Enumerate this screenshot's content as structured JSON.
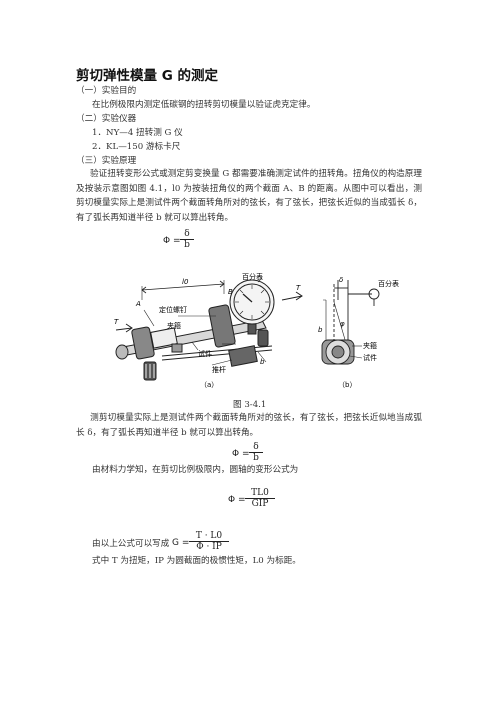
{
  "title": "剪切弹性模量 G 的测定",
  "s1_head": "（一）实验目的",
  "s1_body": "在比例极限内测定低碳钢的扭转剪切模量以验证虎克定律。",
  "s2_head": "（二）实验仪器",
  "s2_item1": "1．NY—4 扭转测 G 仪",
  "s2_item2": "2．KL—150 游标卡尺",
  "s3_head": "（三）实验原理",
  "p1": "验证扭转变形公式或测定剪变换量 G 都需要准确测定试件的扭转角。扭角仪的构造原理及按装示意图如图 4.1，l0 为按装扭角仪的两个截面 A、B 的距离。从图中可以看出，测剪切模量实际上是测试件两个截面转角所对的弦长，有了弦长，把弦长近似的当成弧长 δ，有了弧长再知道半径 b 就可以算出转角。",
  "f1": {
    "lhs": "Φ =",
    "num": "δ",
    "den": "b"
  },
  "fig_labels": {
    "percent_gauge": "百分表",
    "locating_screw": "定位螺钉",
    "clamp": "夹箍",
    "specimen": "试件",
    "push_rod": "推杆",
    "a": "A",
    "b": "B",
    "l0": "l0",
    "t": "T",
    "b_small": "b",
    "delta": "δ",
    "phi": "φ",
    "cap_a": "（a）",
    "cap_b": "（b）"
  },
  "fig_caption": "图 3-4.1",
  "p2": "测剪切模量实际上是测试件两个截面转角所对的弦长，有了弦长，把弦长近似地当成弧长 δ，有了弧长再知道半径 b 就可以算出转角。",
  "f2": {
    "lhs": "Φ =",
    "num": "δ",
    "den": "b"
  },
  "p3": "由材料力学知，在剪切比例极限内，圆轴的变形公式为",
  "f3": {
    "lhs": "Φ =",
    "num": "TL0",
    "den": "GIP"
  },
  "p4_lead": "由以上公式可以写成",
  "f4": {
    "lhs": "G =",
    "num": "T · L0",
    "den": "Φ · IP"
  },
  "p5": "式中 T 为扭矩，IP 为圆截面的极惯性矩，L0 为标距。"
}
